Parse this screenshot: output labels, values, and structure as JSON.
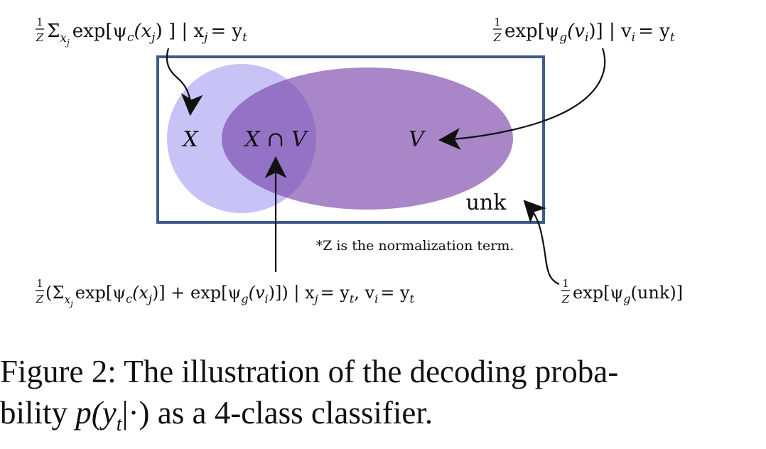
{
  "diagram": {
    "regions": {
      "x_label": "X",
      "intersection_label": "X ∩ V",
      "v_label": "V",
      "unk_label": "unk"
    },
    "note": "*Z is the normalization term.",
    "formulas": {
      "top_left": {
        "frac_num": "1",
        "frac_den": "Z",
        "sum": "Σ",
        "sum_sub": "x",
        "sum_sub_sub": "j",
        "body": "exp[ψ",
        "psi_sub": "c",
        "arg": "(x",
        "arg_sub": "j",
        "close": ") ] | x",
        "cond_sub": "j",
        "cond": "= y",
        "cond_t": "t"
      },
      "top_right": {
        "frac_num": "1",
        "frac_den": "Z",
        "body": "exp[ψ",
        "psi_sub": "g",
        "arg": "(v",
        "arg_sub": "i",
        "close": ")] | v",
        "cond_sub": "i",
        "cond": "= y",
        "cond_t": "t"
      },
      "bottom_left": {
        "frac_num": "1",
        "frac_den": "Z",
        "open": "(Σ",
        "sum_sub": "x",
        "sum_sub_sub": "j",
        "body1": "exp[ψ",
        "psi1_sub": "c",
        "arg1": "(x",
        "arg1_sub": "j",
        "mid": ")] + exp[ψ",
        "psi2_sub": "g",
        "arg2": "(v",
        "arg2_sub": "i",
        "close": ")]) | x",
        "cond1_sub": "j",
        "cond1": "= y",
        "cond1_t": "t",
        "sep": ", v",
        "cond2_sub": "i",
        "cond2": "= y",
        "cond2_t": "t"
      },
      "bottom_right": {
        "frac_num": "1",
        "frac_den": "Z",
        "body": "exp[ψ",
        "psi_sub": "g",
        "close": "(unk)]"
      }
    },
    "colors": {
      "box_border": "#3d5a8a",
      "x_circle": "#c8c3f6",
      "v_ellipse": "#a886c8",
      "intersection": "#9473c7",
      "arrow": "#111111"
    }
  },
  "caption": {
    "line1": "Figure 2:   The illustration of the decoding proba-",
    "line2_prefix": "bility ",
    "line2_math": "p(y",
    "line2_math_sub": "t",
    "line2_math_end": "|·)",
    "line2_suffix": " as a 4-class classifier."
  }
}
